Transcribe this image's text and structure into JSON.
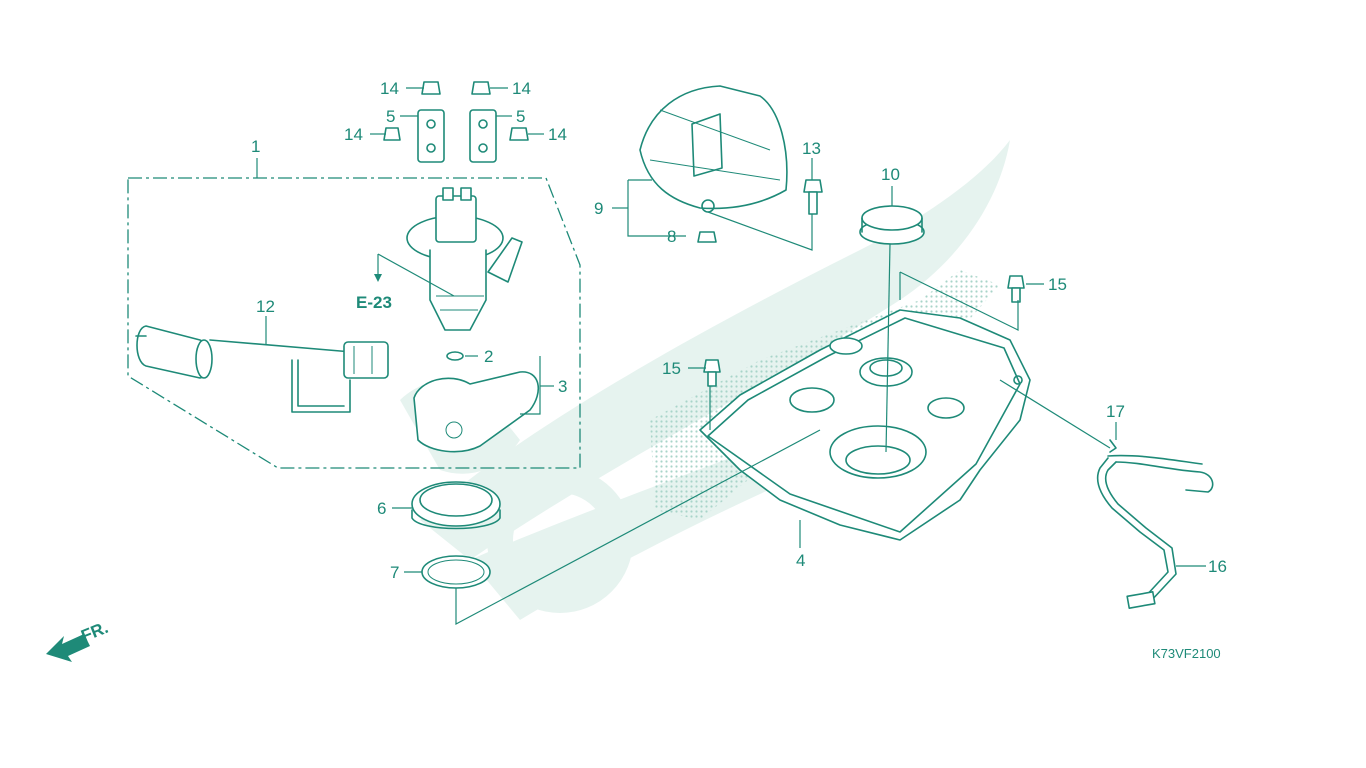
{
  "diagram": {
    "reference": "E-23",
    "front_marker": "FR.",
    "drawing_code": "K73VF2100",
    "callouts": {
      "c1": "1",
      "c2": "2",
      "c3": "3",
      "c4": "4",
      "c5a": "5",
      "c5b": "5",
      "c6": "6",
      "c7": "7",
      "c8": "8",
      "c9": "9",
      "c10": "10",
      "c12": "12",
      "c13": "13",
      "c14a": "14",
      "c14b": "14",
      "c14c": "14",
      "c14d": "14",
      "c15a": "15",
      "c15b": "15",
      "c16": "16",
      "c17": "17"
    }
  },
  "colors": {
    "ink": "#1e8a78",
    "watermark": "#e3f1ed",
    "stipple": "#c6e2da",
    "background": "#ffffff"
  },
  "icons": {
    "front_arrow": "arrow-left-icon",
    "watermark": "honda-wing-logo"
  }
}
